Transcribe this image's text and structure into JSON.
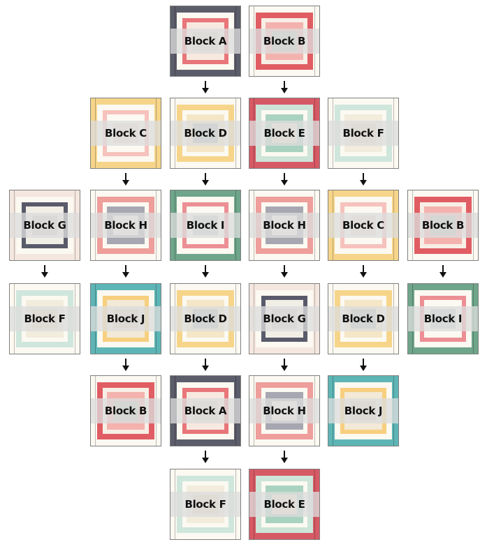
{
  "block_styles": {
    "A": {
      "label": "Block A",
      "c1": "#5c5d6a",
      "c2": "#fbf9f1",
      "c3": "#e8767a",
      "c4": "#f7e9e0",
      "c5": "#e4dcc8"
    },
    "B": {
      "label": "Block B",
      "c1": "#fbf9f1",
      "c2": "#e05d63",
      "c3": "#f7efe6",
      "c4": "#f4b2ae",
      "c5": "#b6c2b4"
    },
    "C": {
      "label": "Block C",
      "c1": "#f6d58a",
      "c2": "#fbf9f1",
      "c3": "#f6c2bd",
      "c4": "#fbf9f1",
      "c5": "#f2ddd2"
    },
    "D": {
      "label": "Block D",
      "c1": "#fbf9f1",
      "c2": "#f6d58a",
      "c3": "#fbf9f1",
      "c4": "#f4e6c6",
      "c5": "#aeb9b2"
    },
    "E": {
      "label": "Block E",
      "c1": "#d65a65",
      "c2": "#cde4d8",
      "c3": "#fbf9f1",
      "c4": "#a9d2c0",
      "c5": "#f1e4d1"
    },
    "F": {
      "label": "Block F",
      "c1": "#fbf9f1",
      "c2": "#cfe6dc",
      "c3": "#fbf9f1",
      "c4": "#f2ecdd",
      "c5": "#e6d9b9"
    },
    "G": {
      "label": "Block G",
      "c1": "#f4e7df",
      "c2": "#fbf9f1",
      "c3": "#595b6b",
      "c4": "#f1eee6",
      "c5": "#d1ccc7"
    },
    "H": {
      "label": "Block H",
      "c1": "#fbf9f1",
      "c2": "#ee9e9b",
      "c3": "#fbf9f1",
      "c4": "#a7a7b2",
      "c5": "#f5eae4"
    },
    "I": {
      "label": "Block I",
      "c1": "#6fa58a",
      "c2": "#fbf9f1",
      "c3": "#ec8f95",
      "c4": "#fbf9f1",
      "c5": "#c2d0c8"
    },
    "J": {
      "label": "Block J",
      "c1": "#5eb5b5",
      "c2": "#fbf9f1",
      "c3": "#f7cf7f",
      "c4": "#f2e9d6",
      "c5": "#ddd3be"
    }
  },
  "rows": [
    [
      "A",
      "B"
    ],
    [
      "C",
      "D",
      "E",
      "F"
    ],
    [
      "G",
      "H",
      "I",
      "H",
      "C",
      "B"
    ],
    [
      "F",
      "J",
      "D",
      "G",
      "D",
      "I"
    ],
    [
      "B",
      "A",
      "H",
      "J"
    ],
    [
      "F",
      "E"
    ]
  ]
}
